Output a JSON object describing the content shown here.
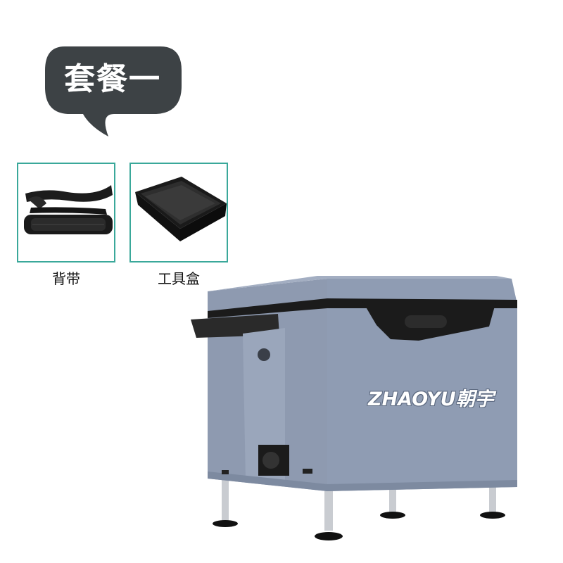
{
  "package_badge": {
    "label": "套餐一"
  },
  "accessories": [
    {
      "label": "背带"
    },
    {
      "label": "工具盒"
    }
  ],
  "product": {
    "brand": "ZHAOYU朝宇"
  },
  "icons": {
    "strap": "shoulder-strap-icon",
    "tray": "tool-tray-icon",
    "box": "fishing-box-icon"
  },
  "colors": {
    "badge": "#3d4245",
    "border": "#3aa89a",
    "box_body": "#8f9cb3",
    "lid_trim": "#1b1b1b"
  }
}
